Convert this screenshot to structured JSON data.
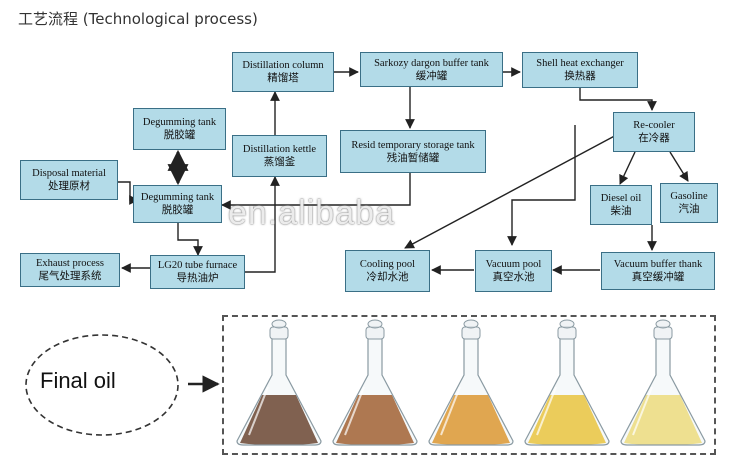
{
  "title": "工艺流程 (Technological process)",
  "boxes": {
    "distillation_column": {
      "en": "Distillation column",
      "zh": "精馏塔"
    },
    "sarkozy_tank": {
      "en": "Sarkozy dargon buffer tank",
      "zh": "缓冲罐"
    },
    "shell_exchanger": {
      "en": "Shell  heat exchanger",
      "zh": "换热器"
    },
    "degumming_top": {
      "en": "Degumming tank",
      "zh": "脱胶罐"
    },
    "distillation_kettle": {
      "en": "Distillation kettle",
      "zh": "蒸馏釜"
    },
    "resid_tank": {
      "en": "Resid temporary storage tank",
      "zh": "残油暂储罐"
    },
    "recooler": {
      "en": "Re-cooler",
      "zh": "在冷器"
    },
    "disposal": {
      "en": "Disposal material",
      "zh": "处理原材"
    },
    "degumming_bottom": {
      "en": "Degumming tank",
      "zh": "脱胶罐"
    },
    "diesel": {
      "en": "Diesel  oil",
      "zh": "柴油"
    },
    "gasoline": {
      "en": "Gasoline",
      "zh": "汽油"
    },
    "exhaust": {
      "en": "Exhaust  process",
      "zh": "尾气处理系统"
    },
    "lg20": {
      "en": "LG20  tube furnace",
      "zh": "导热油炉"
    },
    "cooling_pool": {
      "en": "Cooling  pool",
      "zh": "冷却水池"
    },
    "vacuum_pool": {
      "en": "Vacuum pool",
      "zh": "真空水池"
    },
    "vacuum_buffer": {
      "en": "Vacuum  buffer thank",
      "zh": "真空缓冲罐"
    }
  },
  "watermark": "en.alibaba",
  "final_label": "Final oil",
  "colors": {
    "box_fill": "#b3dbe8",
    "box_border": "#3a6f86",
    "arrow": "#222222"
  },
  "flasks": [
    {
      "name": "flask-1",
      "oil_color": "#5a2a10"
    },
    {
      "name": "flask-2",
      "oil_color": "#9a4a12"
    },
    {
      "name": "flask-3",
      "oil_color": "#e08a10"
    },
    {
      "name": "flask-4",
      "oil_color": "#f0c020"
    },
    {
      "name": "flask-5",
      "oil_color": "#f3dc6a"
    }
  ]
}
